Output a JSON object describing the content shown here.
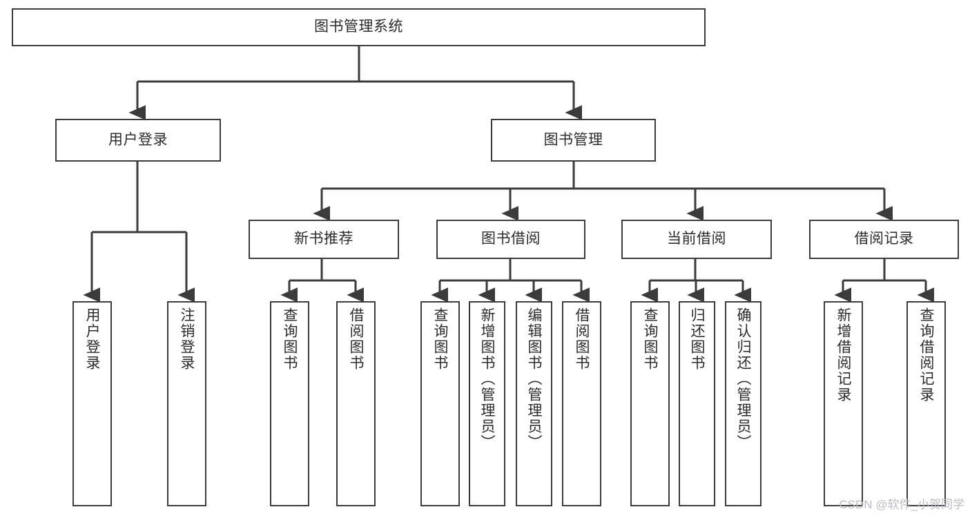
{
  "diagram": {
    "type": "tree-hierarchy",
    "title": "图书管理系统",
    "stroke_color": "#3b3b3b",
    "background_color": "#ffffff",
    "text_color": "#2b2b2b",
    "nodes": {
      "root": {
        "label": "图书管理系统",
        "level": 1
      },
      "user_login": {
        "label": "用户登录",
        "level": 2
      },
      "book_manage": {
        "label": "图书管理",
        "level": 2
      },
      "new_book_rec": {
        "label": "新书推荐",
        "level": 3
      },
      "book_borrow": {
        "label": "图书借阅",
        "level": 3
      },
      "current_borrow": {
        "label": "当前借阅",
        "level": 3
      },
      "borrow_record": {
        "label": "借阅记录",
        "level": 3
      },
      "leaf_user_login": {
        "label": "用户登录",
        "level": 3
      },
      "leaf_logout": {
        "label": "注销登录",
        "level": 3
      },
      "leaf_query_book_1": {
        "label": "查询图书",
        "level": 4
      },
      "leaf_borrow_book_1": {
        "label": "借阅图书",
        "level": 4
      },
      "leaf_query_book_2": {
        "label": "查询图书",
        "level": 4
      },
      "leaf_add_book": {
        "label": "新增图书（管理员）",
        "level": 4
      },
      "leaf_edit_book": {
        "label": "编辑图书（管理员）",
        "level": 4
      },
      "leaf_borrow_book_2": {
        "label": "借阅图书",
        "level": 4
      },
      "leaf_query_book_3": {
        "label": "查询图书",
        "level": 4
      },
      "leaf_return_book": {
        "label": "归还图书",
        "level": 4
      },
      "leaf_confirm_return": {
        "label": "确认归还（管理员）",
        "level": 4
      },
      "leaf_add_record": {
        "label": "新增借阅记录",
        "level": 4
      },
      "leaf_query_record": {
        "label": "查询借阅记录",
        "level": 4
      }
    },
    "edges": [
      {
        "from": "root",
        "to": "user_login"
      },
      {
        "from": "root",
        "to": "book_manage"
      },
      {
        "from": "user_login",
        "to": "leaf_user_login"
      },
      {
        "from": "user_login",
        "to": "leaf_logout"
      },
      {
        "from": "book_manage",
        "to": "new_book_rec"
      },
      {
        "from": "book_manage",
        "to": "book_borrow"
      },
      {
        "from": "book_manage",
        "to": "current_borrow"
      },
      {
        "from": "book_manage",
        "to": "borrow_record"
      },
      {
        "from": "new_book_rec",
        "to": "leaf_query_book_1"
      },
      {
        "from": "new_book_rec",
        "to": "leaf_borrow_book_1"
      },
      {
        "from": "book_borrow",
        "to": "leaf_query_book_2"
      },
      {
        "from": "book_borrow",
        "to": "leaf_add_book"
      },
      {
        "from": "book_borrow",
        "to": "leaf_edit_book"
      },
      {
        "from": "book_borrow",
        "to": "leaf_borrow_book_2"
      },
      {
        "from": "current_borrow",
        "to": "leaf_query_book_3"
      },
      {
        "from": "current_borrow",
        "to": "leaf_return_book"
      },
      {
        "from": "current_borrow",
        "to": "leaf_confirm_return"
      },
      {
        "from": "borrow_record",
        "to": "leaf_add_record"
      },
      {
        "from": "borrow_record",
        "to": "leaf_query_record"
      }
    ]
  },
  "watermark": {
    "text": "CSDN @软件_小贺同学"
  }
}
